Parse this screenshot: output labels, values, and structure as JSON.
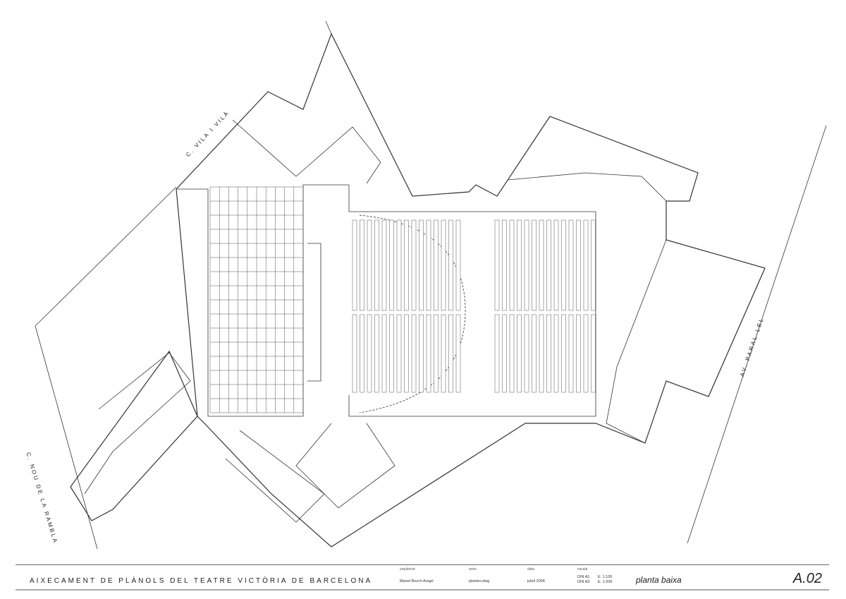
{
  "streets": {
    "top": "C. VILA I VILÀ",
    "right": "AV. PARAL·LEL",
    "left": "C. NOU DE LA RAMBLA"
  },
  "title_block": {
    "project_title": "AIXECAMENT DE PLÀNOLS DEL TEATRE VICTÒRIA DE BARCELONA",
    "architect_label": "arquitecte",
    "architect": "Manel Bosch Aragó",
    "file_label": "arxiu",
    "file": "plantes.dwg",
    "date_label": "data",
    "date": "juliol 2008",
    "scale_label": "escala",
    "scale_a1_format": "DIN A1",
    "scale_a1": "E. 1:100",
    "scale_a3_format": "DIN A3",
    "scale_a3": "E. 1:200",
    "sheet_name": "planta baixa",
    "sheet_number": "A.02"
  }
}
